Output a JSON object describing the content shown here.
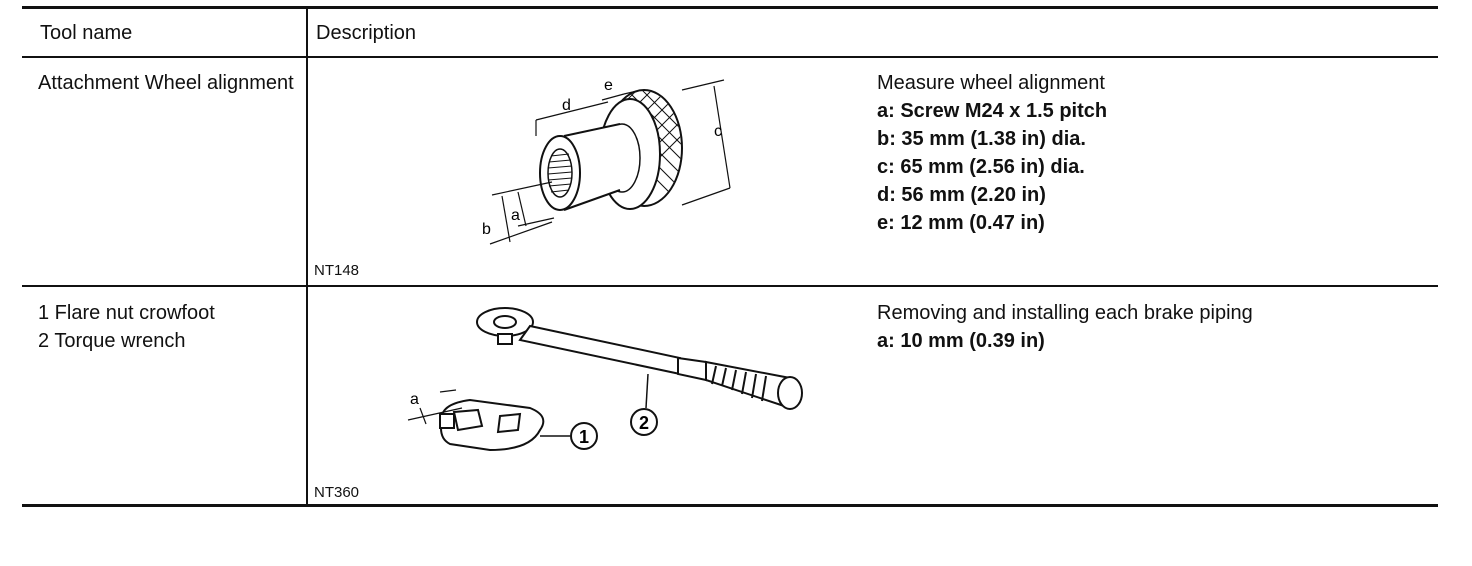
{
  "header": {
    "tool_name": "Tool name",
    "description": "Description"
  },
  "rows": [
    {
      "tool_name": "Attachment Wheel alignment",
      "figure_code": "NT148",
      "callouts": [
        "d",
        "e",
        "c",
        "a",
        "b"
      ],
      "description_title": "Measure wheel alignment",
      "specs": [
        "a: Screw M24 x 1.5 pitch",
        "b: 35 mm (1.38 in) dia.",
        "c: 65 mm (2.56 in) dia.",
        "d: 56 mm (2.20 in)",
        "e: 12 mm (0.47 in)"
      ]
    },
    {
      "tool_name_lines": [
        "1 Flare nut crowfoot",
        "2 Torque wrench"
      ],
      "figure_code": "NT360",
      "callouts": [
        "a",
        "1",
        "2"
      ],
      "description_title": "Removing and installing each brake piping",
      "specs": [
        "a: 10 mm (0.39 in)"
      ]
    }
  ]
}
